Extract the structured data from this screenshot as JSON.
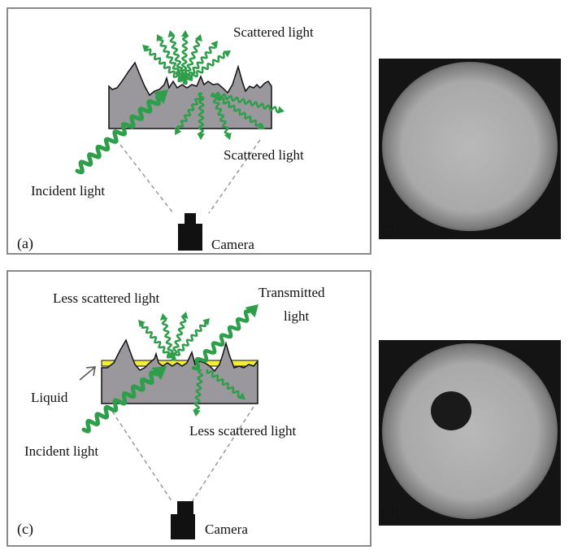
{
  "colors": {
    "light_green": "#2e9e4a",
    "surface_gray": "#9a989d",
    "liquid_yellow": "#f2ec3a",
    "frame": "#8a8a8a"
  },
  "panel_a": {
    "label": "(a)",
    "scattered_top": "Scattered light",
    "scattered_bottom": "Scattered light",
    "incident": "Incident light",
    "camera": "Camera"
  },
  "panel_b": {
    "label": "(b)"
  },
  "panel_c": {
    "label": "(c)",
    "less_scattered_top": "Less scattered light",
    "transmitted_line1": "Transmitted",
    "transmitted_line2": "light",
    "liquid": "Liquid",
    "less_scattered_bottom": "Less scattered light",
    "incident": "Incident light",
    "camera": "Camera"
  },
  "panel_d": {
    "label": "(d)"
  }
}
